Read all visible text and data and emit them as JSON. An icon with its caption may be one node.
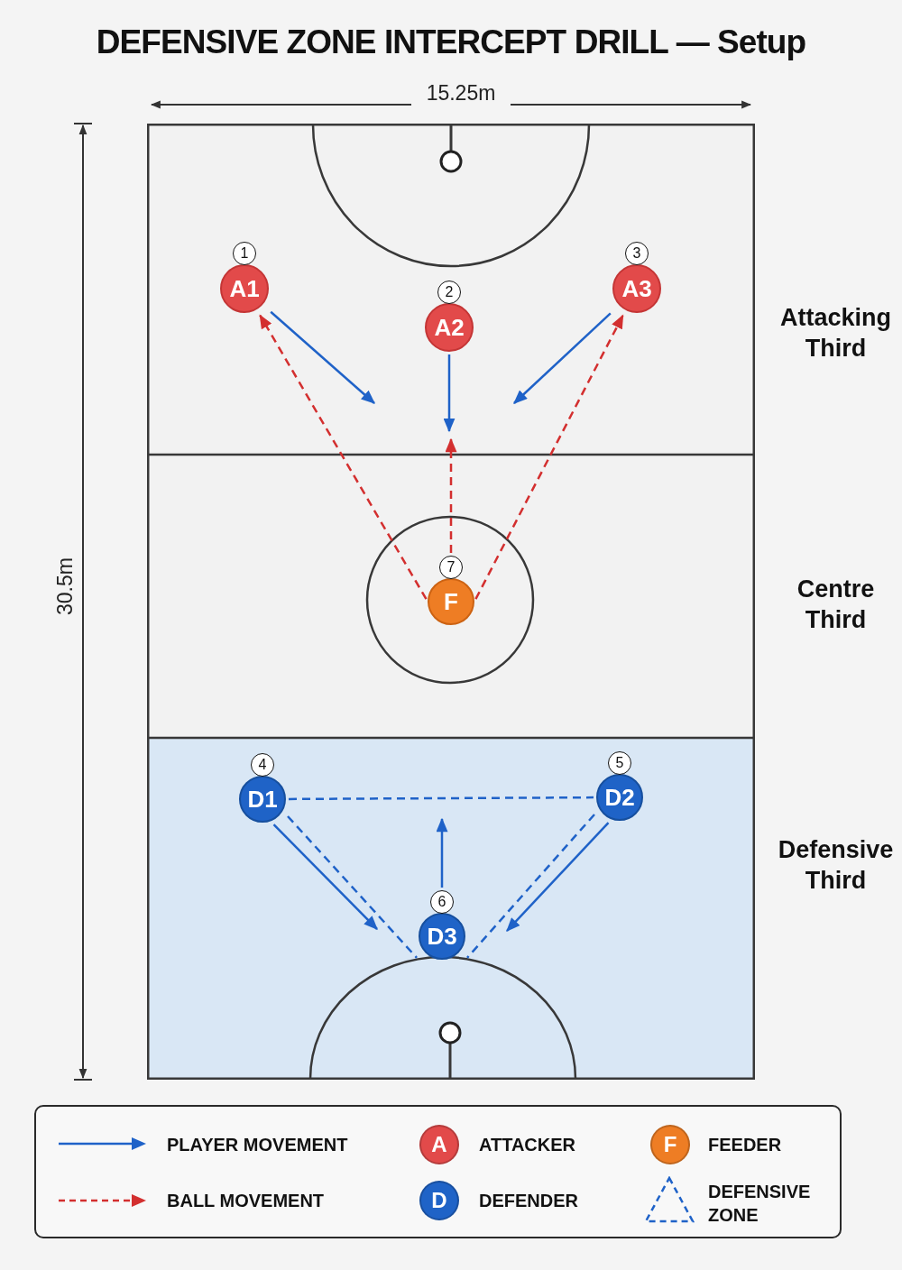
{
  "diagram": {
    "title": "DEFENSIVE ZONE INTERCEPT DRILL — Setup",
    "nodes": [
      {
        "text": [
          "Attacking Third"
        ]
      },
      {
        "text": [
          "A1"
        ],
        "beside": [
          "1"
        ],
        "in": 0
      },
      {
        "text": [
          "A2"
        ],
        "beside": [
          "2"
        ],
        "in": 0
      },
      {
        "text": [
          "A3"
        ],
        "beside": [
          "3"
        ],
        "in": 0
      },
      {
        "text": [
          "Centre Third"
        ]
      },
      {
        "text": [
          "F"
        ],
        "beside": [
          "7"
        ],
        "in": 4
      },
      {
        "text": [
          "Defensive Third"
        ]
      },
      {
        "text": [
          "D1"
        ],
        "beside": [
          "4"
        ],
        "in": 6
      },
      {
        "text": [
          "D2"
        ],
        "beside": [
          "5"
        ],
        "in": 6
      },
      {
        "text": [
          "D3"
        ],
        "beside": [
          "6"
        ],
        "in": 6
      }
    ],
    "edges": [
      {
        "from": 1,
        "to": null,
        "arrow": "to"
      },
      {
        "from": 2,
        "to": null,
        "arrow": "to"
      },
      {
        "from": 3,
        "to": null,
        "arrow": "to"
      },
      {
        "from": 5,
        "to": 1,
        "arrow": "to",
        "style": "dashed",
        "color": "#d32f2f"
      },
      {
        "from": 5,
        "to": null,
        "arrow": "to",
        "style": "dashed",
        "color": "#d32f2f"
      },
      {
        "from": 5,
        "to": 3,
        "arrow": "to",
        "style": "dashed",
        "color": "#d32f2f"
      },
      {
        "from": 7,
        "to": null,
        "arrow": "to"
      },
      {
        "from": 9,
        "to": null,
        "arrow": "to"
      },
      {
        "from": 8,
        "to": null,
        "arrow": "to"
      },
      {
        "from": 7,
        "to": 8,
        "arrow": "none",
        "style": "dashed"
      },
      {
        "from": 7,
        "to": 9,
        "arrow": "none",
        "style": "dashed"
      },
      {
        "from": 8,
        "to": 9,
        "arrow": "none",
        "style": "dashed"
      }
    ],
    "labels": [
      "15.25m",
      "30.5m",
      "A",
      "F",
      "D"
    ],
    "legend": [
      {
        "text": "PLAYER MOVEMENT"
      },
      {
        "text": "ATTACKER",
        "color": "#e24a4a"
      },
      {
        "text": "FEEDER",
        "color": "#ee7d24"
      },
      {
        "text": "BALL MOVEMENT"
      },
      {
        "text": "DEFENDER",
        "color": "#1f63c7"
      },
      {
        "text": "DEFENSIVE ZONE"
      }
    ]
  }
}
